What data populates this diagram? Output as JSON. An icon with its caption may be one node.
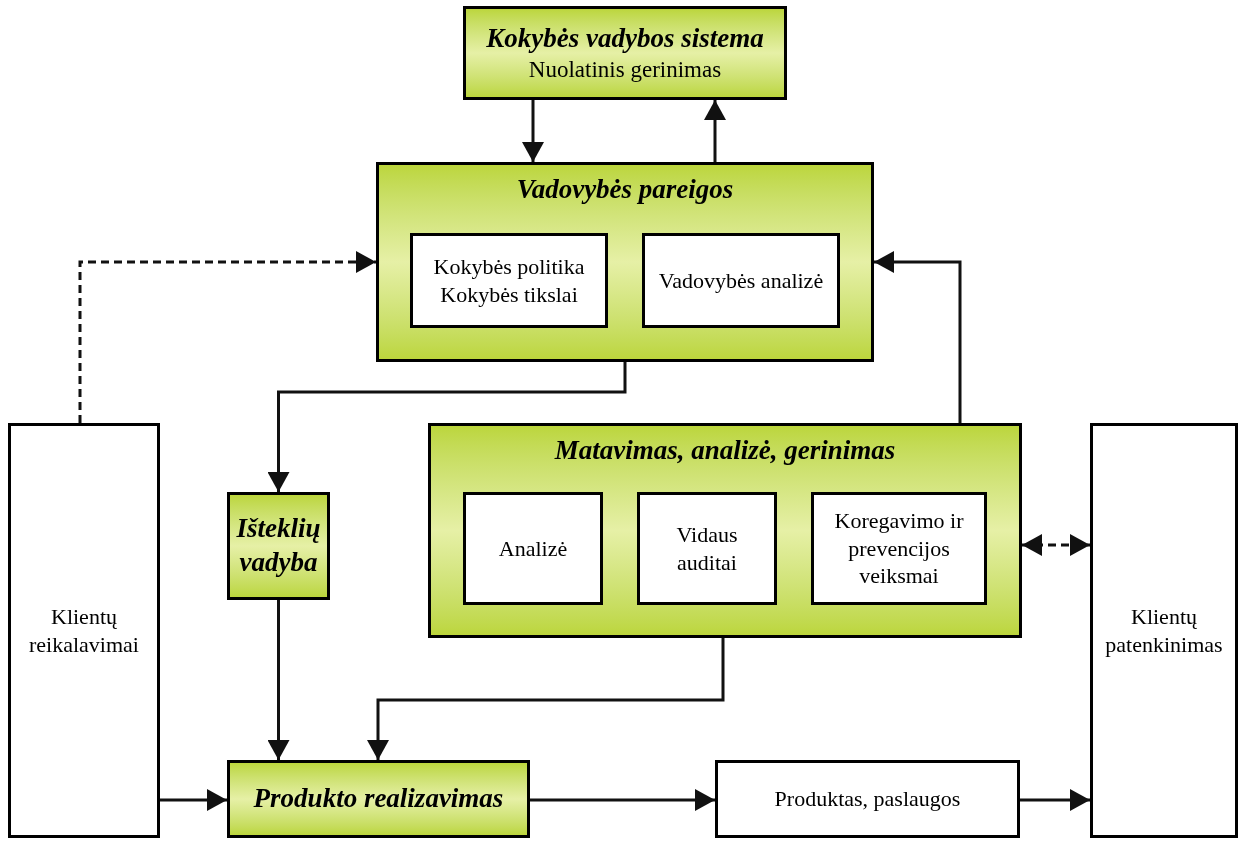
{
  "diagram": {
    "nodes": [
      {
        "text": [
          "Kokybės vadybos sistema",
          "Nuolatinis gerinimas"
        ]
      },
      {
        "text": [
          "Vadovybės pareigos"
        ]
      },
      {
        "text": [
          "Kokybės politika Kokybės tikslai"
        ],
        "in": 1
      },
      {
        "text": [
          "Vadovybės analizė"
        ],
        "in": 1
      },
      {
        "text": [
          "Klientų reikalavimai"
        ]
      },
      {
        "text": [
          "Išteklių vadyba"
        ]
      },
      {
        "text": [
          "Matavimas, analizė, gerinimas"
        ]
      },
      {
        "text": [
          "Analizė"
        ],
        "in": 6
      },
      {
        "text": [
          "Vidaus auditai"
        ],
        "in": 6
      },
      {
        "text": [
          "Koregavimo ir prevencijos veiksmai"
        ],
        "in": 6
      },
      {
        "text": [
          "Klientų patenkinimas"
        ]
      },
      {
        "text": [
          "Produkto realizavimas"
        ]
      },
      {
        "text": [
          "Produktas, paslaugos"
        ]
      }
    ],
    "edges": [
      {
        "from": 0,
        "to": 1,
        "arrow": "to"
      },
      {
        "from": 1,
        "to": 0,
        "arrow": "to"
      },
      {
        "from": 4,
        "to": 1,
        "arrow": "to",
        "style": "dashed"
      },
      {
        "from": 6,
        "to": 1,
        "arrow": "to"
      },
      {
        "from": 1,
        "to": 5,
        "arrow": "to"
      },
      {
        "from": 5,
        "to": 11,
        "arrow": "to"
      },
      {
        "from": 6,
        "to": 11,
        "arrow": "to"
      },
      {
        "from": 6,
        "to": 10,
        "arrow": "both",
        "style": "dashed"
      },
      {
        "from": 4,
        "to": 11,
        "arrow": "to"
      },
      {
        "from": 11,
        "to": 12,
        "arrow": "to"
      },
      {
        "from": 12,
        "to": 10,
        "arrow": "to"
      }
    ]
  }
}
